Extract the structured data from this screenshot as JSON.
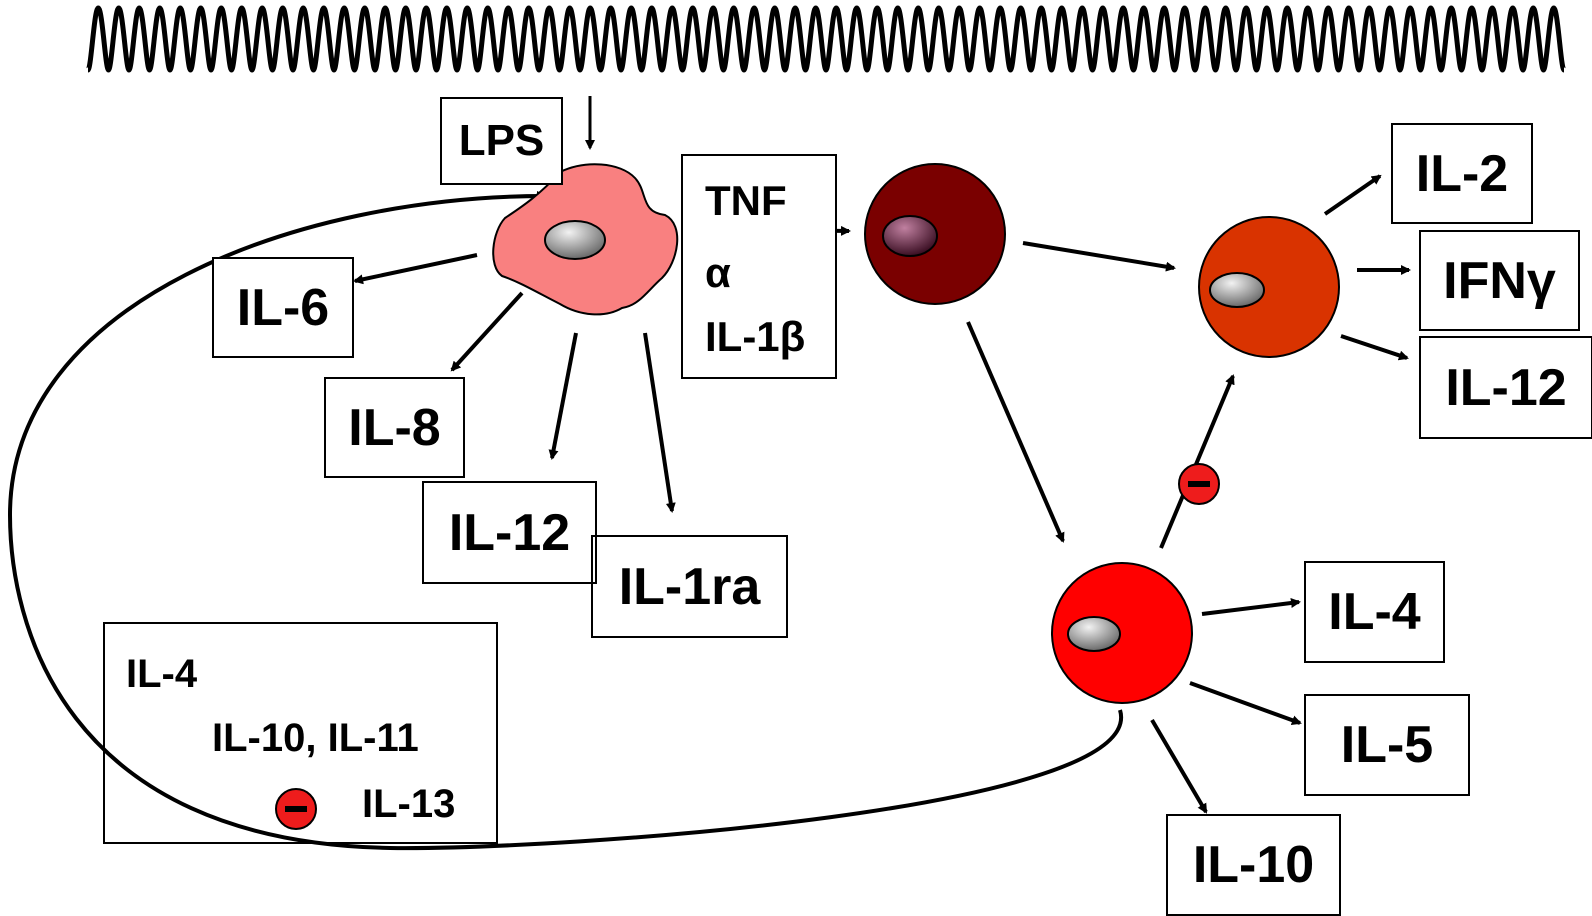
{
  "stimulus": {
    "label": "LPS"
  },
  "macrophage_outputs": {
    "il6": "IL-6",
    "il8": "IL-8",
    "il12": "IL-12",
    "il1ra": "IL-1ra"
  },
  "tnf_box": {
    "line1": "TNF",
    "line2": "α",
    "line3": "IL-1β"
  },
  "th1_outputs": {
    "il2": "IL-2",
    "ifng": "IFNγ",
    "il12": "IL-12"
  },
  "th2_outputs": {
    "il4": "IL-4",
    "il5": "IL-5",
    "il10": "IL-10"
  },
  "inhibitor_box": {
    "line1": "IL-4",
    "line2": "IL-10, IL-11",
    "line3": "IL-13"
  },
  "colors": {
    "macrophage": "#f98080",
    "nucleus": "#9a9a9a",
    "t_cell": "#7a0000",
    "th1_cell": "#d93300",
    "th2_cell": "#ff0000",
    "inhibit": "#ee1c1c"
  }
}
